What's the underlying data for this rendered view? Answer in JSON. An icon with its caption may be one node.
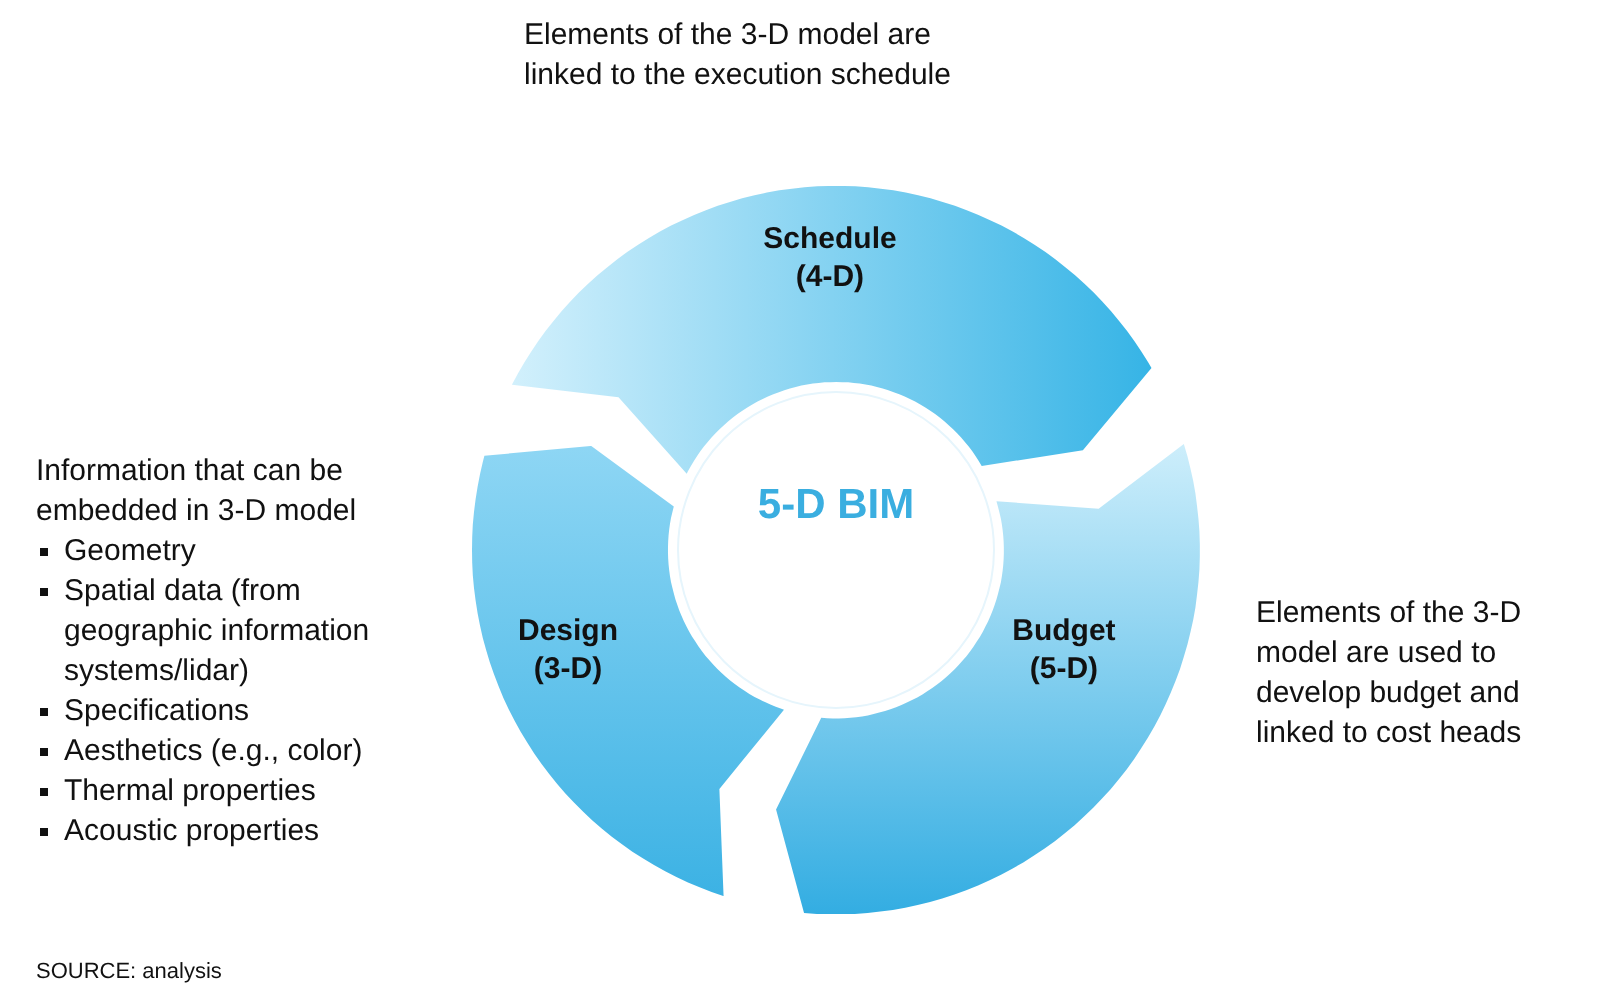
{
  "diagram": {
    "nodes": [
      {
        "text": [
          "Schedule (4-D)"
        ],
        "beside": [
          "Elements of the 3-D model are linked to the execution schedule"
        ]
      },
      {
        "text": [
          "Design (3-D)"
        ],
        "beside": [
          "Information that can be embedded in 3-D model",
          "Geometry",
          "Spatial data (from geographic information systems/lidar)",
          "Specifications",
          "Aesthetics (e.g., color)",
          "Thermal properties",
          "Acoustic properties"
        ]
      },
      {
        "text": [
          "5-D BIM"
        ]
      },
      {
        "text": [
          "Budget (5-D)"
        ],
        "beside": [
          "Elements of the 3-D model are used to develop budget and linked to cost heads"
        ]
      }
    ],
    "labels": [
      "SOURCE: analysis"
    ]
  }
}
